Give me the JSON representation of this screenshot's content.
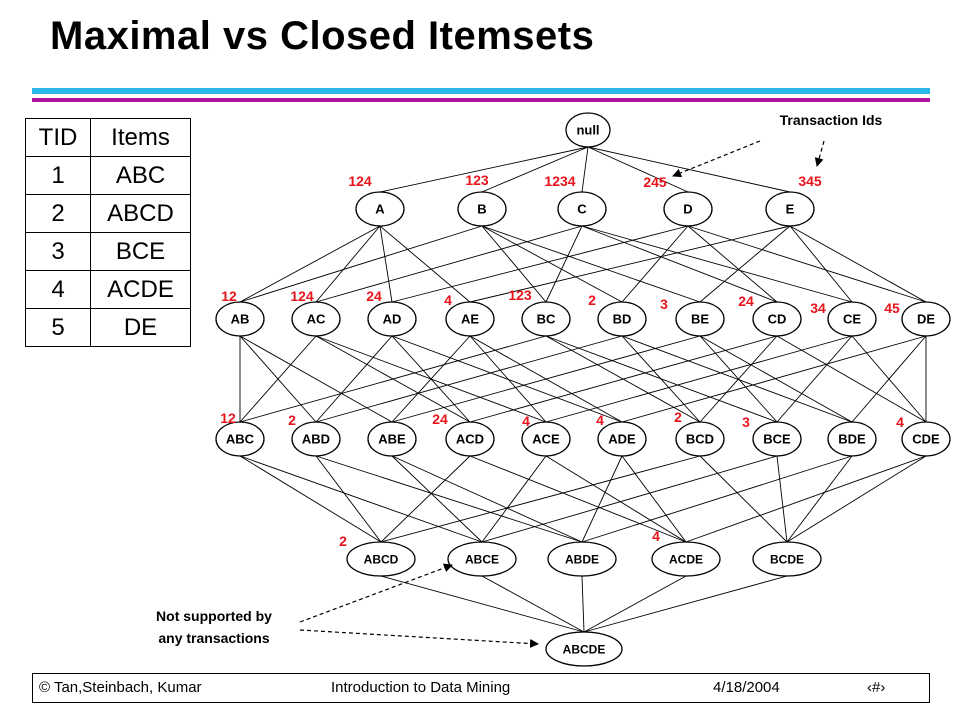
{
  "slide": {
    "title": "Maximal vs Closed Itemsets"
  },
  "table": {
    "headers": [
      "TID",
      "Items"
    ],
    "rows": [
      [
        "1",
        "ABC"
      ],
      [
        "2",
        "ABCD"
      ],
      [
        "3",
        "BCE"
      ],
      [
        "4",
        "ACDE"
      ],
      [
        "5",
        "DE"
      ]
    ]
  },
  "lattice": {
    "levels": [
      [
        {
          "label": "null",
          "tids": ""
        }
      ],
      [
        {
          "label": "A",
          "tids": "124"
        },
        {
          "label": "B",
          "tids": "123"
        },
        {
          "label": "C",
          "tids": "1234"
        },
        {
          "label": "D",
          "tids": "245"
        },
        {
          "label": "E",
          "tids": "345"
        }
      ],
      [
        {
          "label": "AB",
          "tids": "12"
        },
        {
          "label": "AC",
          "tids": "124"
        },
        {
          "label": "AD",
          "tids": "24"
        },
        {
          "label": "AE",
          "tids": "4"
        },
        {
          "label": "BC",
          "tids": "123"
        },
        {
          "label": "BD",
          "tids": "2"
        },
        {
          "label": "BE",
          "tids": "3"
        },
        {
          "label": "CD",
          "tids": "24"
        },
        {
          "label": "CE",
          "tids": "34"
        },
        {
          "label": "DE",
          "tids": "45"
        }
      ],
      [
        {
          "label": "ABC",
          "tids": "12"
        },
        {
          "label": "ABD",
          "tids": "2"
        },
        {
          "label": "ABE",
          "tids": ""
        },
        {
          "label": "ACD",
          "tids": "24"
        },
        {
          "label": "ACE",
          "tids": "4"
        },
        {
          "label": "ADE",
          "tids": "4"
        },
        {
          "label": "BCD",
          "tids": "2"
        },
        {
          "label": "BCE",
          "tids": "3"
        },
        {
          "label": "BDE",
          "tids": ""
        },
        {
          "label": "CDE",
          "tids": "4"
        }
      ],
      [
        {
          "label": "ABCD",
          "tids": "2"
        },
        {
          "label": "ABCE",
          "tids": ""
        },
        {
          "label": "ABDE",
          "tids": ""
        },
        {
          "label": "ACDE",
          "tids": "4"
        },
        {
          "label": "BCDE",
          "tids": ""
        }
      ],
      [
        {
          "label": "ABCDE",
          "tids": ""
        }
      ]
    ]
  },
  "annotations": {
    "transaction_ids": "Transaction Ids",
    "not_supported_line1": "Not supported by",
    "not_supported_line2": "any transactions"
  },
  "footer": {
    "copyright": "© Tan,Steinbach, Kumar",
    "course": "Introduction to Data Mining",
    "date": "4/18/2004",
    "page": "‹#›"
  },
  "colors": {
    "cyan_rule": "#29b6e8",
    "magenta_rule": "#b0139e",
    "tid_label": "#e8141c"
  }
}
